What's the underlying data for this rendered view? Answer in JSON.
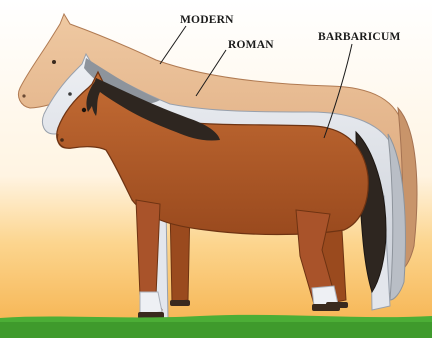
{
  "labels": {
    "modern": "MODERN",
    "roman": "ROMAN",
    "barbaricum": "BARBARICUM"
  },
  "colors": {
    "modern_coat": "#e2b288",
    "roman_coat": "#d9dde4",
    "barbaricum_coat": "#b05a28",
    "mane": "#2e2620",
    "grass": "#3f9a2c",
    "background_top": "#ffffff",
    "background_bottom": "#f5b04a"
  }
}
